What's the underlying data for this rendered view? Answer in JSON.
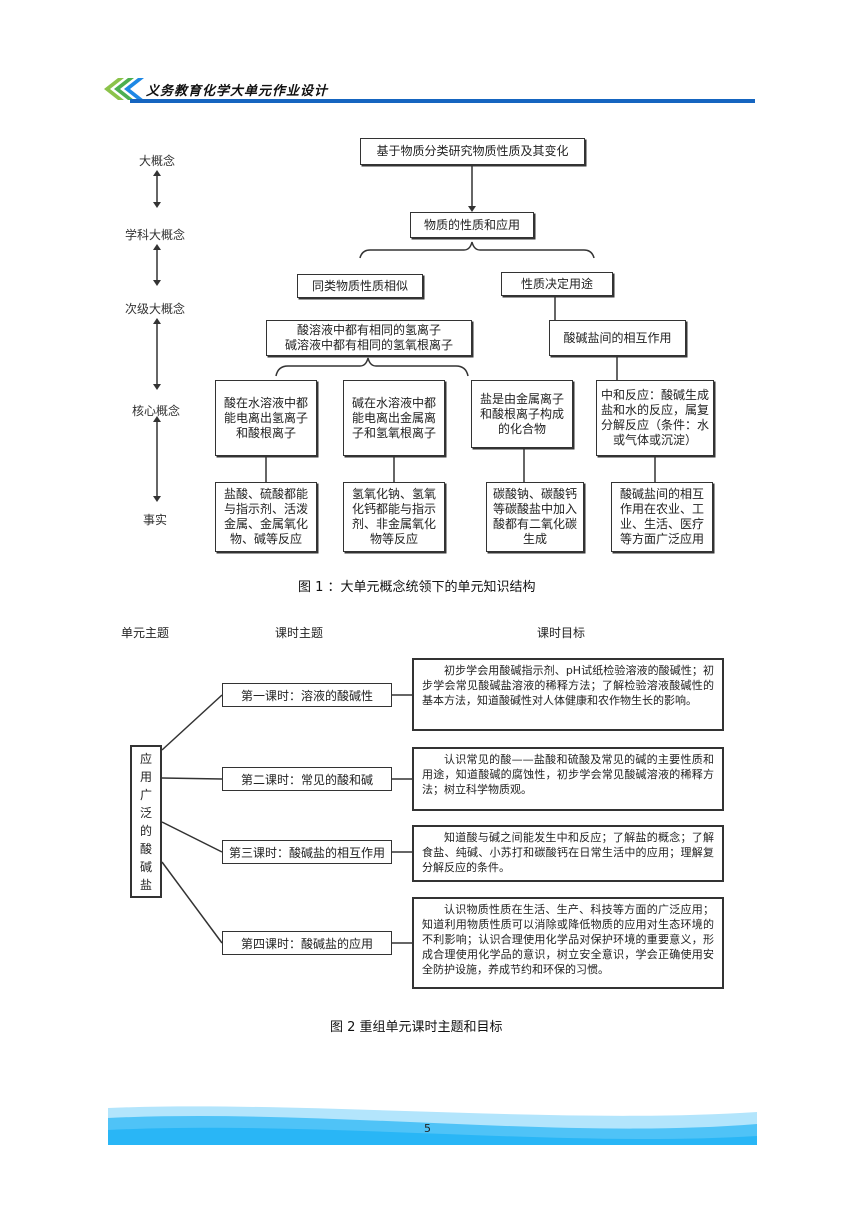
{
  "header": {
    "title": "义务教育化学大单元作业设计"
  },
  "figure1": {
    "levels": [
      "大概念",
      "学科大概念",
      "次级大概念",
      "核心概念",
      "事实"
    ],
    "big_concept": "基于物质分类研究物质性质及其变化",
    "discipline_concept": "物质的性质和应用",
    "sub_left": "同类物质性质相似",
    "sub_right": "性质决定用途",
    "core_combined": "酸溶液中都有相同的氢离子\n碱溶液中都有相同的氢氧根离子",
    "core_right": "酸碱盐间的相互作用",
    "core_boxes": [
      "酸在水溶液中都能电离出氢离子和酸根离子",
      "碱在水溶液中都能电离出金属离子和氢氧根离子",
      "盐是由金属离子和酸根离子构成的化合物",
      "中和反应：酸碱生成盐和水的反应，属复分解反应（条件：水或气体或沉淀）"
    ],
    "fact_boxes": [
      "盐酸、硫酸都能与指示剂、活泼金属、金属氧化物、碱等反应",
      "氢氧化钠、氢氧化钙都能与指示剂、非金属氧化物等反应",
      "碳酸钠、碳酸钙等碳酸盐中加入酸都有二氧化碳生成",
      "酸碱盐间的相互作用在农业、工业、生活、医疗等方面广泛应用"
    ],
    "caption": "图 1 ：大单元概念统领下的单元知识结构"
  },
  "figure2": {
    "headers": {
      "unit": "单元主题",
      "lesson": "课时主题",
      "goal": "课时目标"
    },
    "unit_title": "应用广泛的酸碱盐",
    "lessons": [
      {
        "title": "第一课时：溶液的酸碱性",
        "goal": "初步学会用酸碱指示剂、pH试纸检验溶液的酸碱性；初步学会常见酸碱盐溶液的稀释方法；了解检验溶液酸碱性的基本方法，知道酸碱性对人体健康和农作物生长的影响。"
      },
      {
        "title": "第二课时：常见的酸和碱",
        "goal": "认识常见的酸——盐酸和硫酸及常见的碱的主要性质和用途，知道酸碱的腐蚀性，初步学会常见酸碱溶液的稀释方法；树立科学物质观。"
      },
      {
        "title": "第三课时：酸碱盐的相互作用",
        "goal": "知道酸与碱之间能发生中和反应；了解盐的概念；了解食盐、纯碱、小苏打和碳酸钙在日常生活中的应用；理解复分解反应的条件。"
      },
      {
        "title": "第四课时：酸碱盐的应用",
        "goal": "认识物质性质在生活、生产、科技等方面的广泛应用；知道利用物质性质可以消除或降低物质的应用对生态环境的不利影响；认识合理使用化学品对保护环境的重要意义，形成合理使用化学品的意识，树立安全意识，学会正确使用安全防护设施，养成节约和环保的习惯。"
      }
    ],
    "caption": "图 2 重组单元课时主题和目标"
  },
  "footer": {
    "page_number": "5"
  },
  "colors": {
    "accent_blue": "#1565c0",
    "chevron_green": "#8bc34a",
    "wave_light": "#4fc3f7"
  }
}
